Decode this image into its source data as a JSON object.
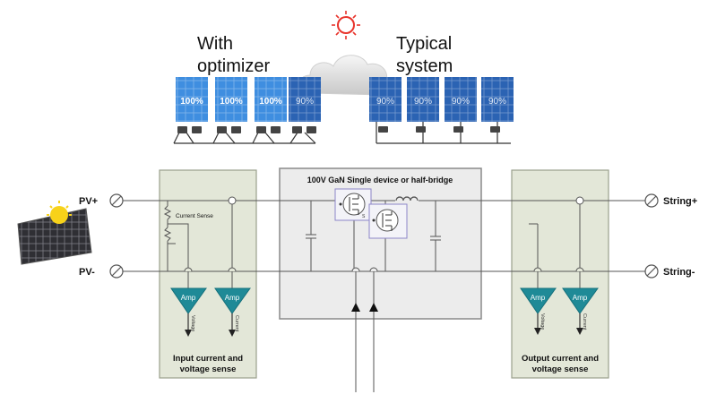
{
  "top": {
    "left_title_line1": "With",
    "left_title_line2": "optimizer",
    "right_title_line1": "Typical",
    "right_title_line2": "system",
    "left_panels": [
      "100%",
      "100%",
      "100%",
      "90%"
    ],
    "right_panels": [
      "90%",
      "90%",
      "90%",
      "90%"
    ]
  },
  "terminals": {
    "pv_plus": "PV+",
    "pv_minus": "PV-",
    "string_plus": "String+",
    "string_minus": "String-"
  },
  "input_block": {
    "title_line1": "Input current and",
    "title_line2": "voltage sense",
    "current_sense_label": "Current Sense",
    "amp1_label": "Amp",
    "amp1_out": "Voltage",
    "amp2_label": "Amp",
    "amp2_out": "Current"
  },
  "center_block": {
    "title": "100V GaN Single device or half-bridge"
  },
  "output_block": {
    "title_line1": "Output current and",
    "title_line2": "voltage sense",
    "amp1_label": "Amp",
    "amp1_out": "Voltage",
    "amp2_label": "Amp",
    "amp2_out": "Current"
  },
  "colors": {
    "panel_light": "#3f8ee0",
    "panel_dark": "#2b63b3",
    "block_fill": "#e3e7d8",
    "center_fill": "#ececec",
    "amp_fill": "#1f8a97",
    "sun": "#e8332b",
    "mosfet_box": "#8d86c9"
  }
}
